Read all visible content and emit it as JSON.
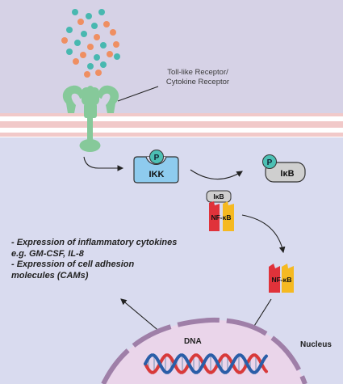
{
  "labels": {
    "receptor": [
      "Toll-like Receptor/",
      "Cytokine Receptor"
    ],
    "phospho": "P",
    "ikk": "IKK",
    "ikb": "IκB",
    "complex_ikb": "IκB",
    "complex_nfkb": "NF-κB",
    "nfkb": "NF-κB",
    "dna": "DNA",
    "nucleus": "Nucleus"
  },
  "effects": [
    "- Expression of inflammatory cytokines",
    "e.g. GM-CSF, IL-8",
    "- Expression of cell adhesion",
    "molecules (CAMs)"
  ],
  "colors": {
    "background_upper": "#d6d2e6",
    "background_lower": "#d9dbef",
    "membrane_band": "#f1c9c9",
    "receptor": "#86c99a",
    "ligand_teal": "#48b8b0",
    "ligand_orange": "#ef8f62",
    "ikk_box": "#8ecbee",
    "phospho_circle": "#4cc0b4",
    "ikb_box": "#cfcfcf",
    "nfkb_red": "#e0323a",
    "nfkb_yellow": "#f5b921",
    "nucleus_border": "#9f7fa8",
    "dna_red": "#d83a3a",
    "dna_blue": "#2a5ea8"
  }
}
